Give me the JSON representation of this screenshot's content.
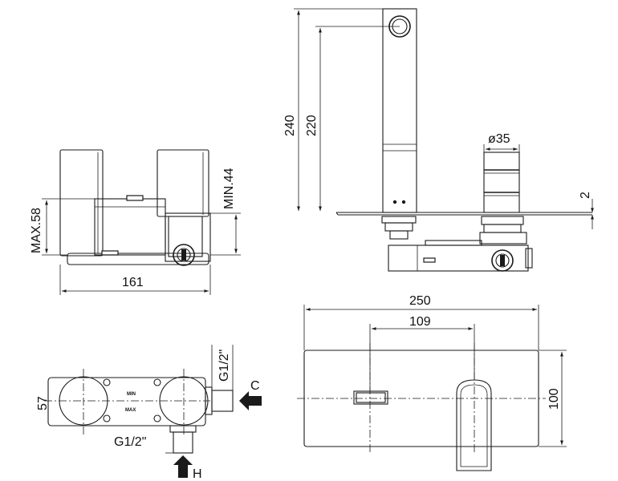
{
  "front_view": {
    "dim_max": "MAX.58",
    "dim_min": "MIN.44",
    "dim_width": "161"
  },
  "side_view": {
    "dim_height_total": "240",
    "dim_height_outlet": "220",
    "dim_diameter": "ø35",
    "dim_plate": "2"
  },
  "body_top_view": {
    "dim_depth": "57",
    "thread_top": "G1/2\"",
    "thread_bottom": "G1/2\"",
    "label_cold": "C",
    "label_hot": "H",
    "mark_min": "MIN",
    "mark_max": "MAX"
  },
  "plate_view": {
    "dim_width": "250",
    "dim_spacing": "109",
    "dim_height": "100"
  }
}
